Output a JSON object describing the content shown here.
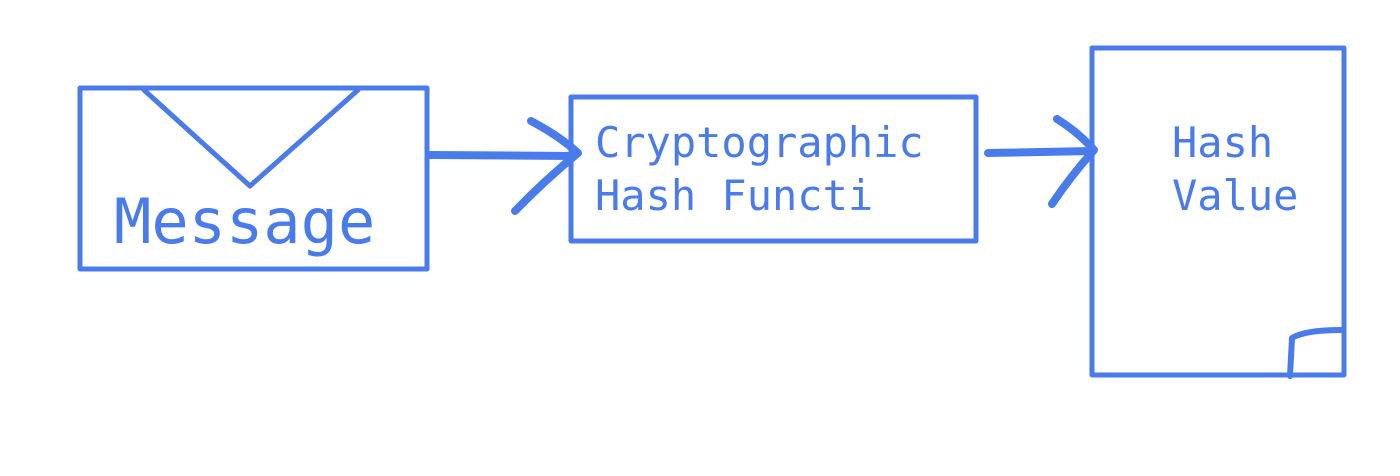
{
  "theme": {
    "stroke_color": "#4a7bea",
    "background": "#ffffff"
  },
  "diagram": {
    "nodes": [
      {
        "id": "message",
        "icon": "envelope-icon",
        "label": "Message"
      },
      {
        "id": "hash-function",
        "label_lines": [
          "Cryptographic",
          "Hash Functi"
        ]
      },
      {
        "id": "hash-value",
        "icon": "document-corner-fold-icon",
        "label_lines": [
          "Hash",
          "Value"
        ]
      }
    ],
    "edges": [
      {
        "from": "message",
        "to": "hash-function"
      },
      {
        "from": "hash-function",
        "to": "hash-value"
      }
    ]
  }
}
